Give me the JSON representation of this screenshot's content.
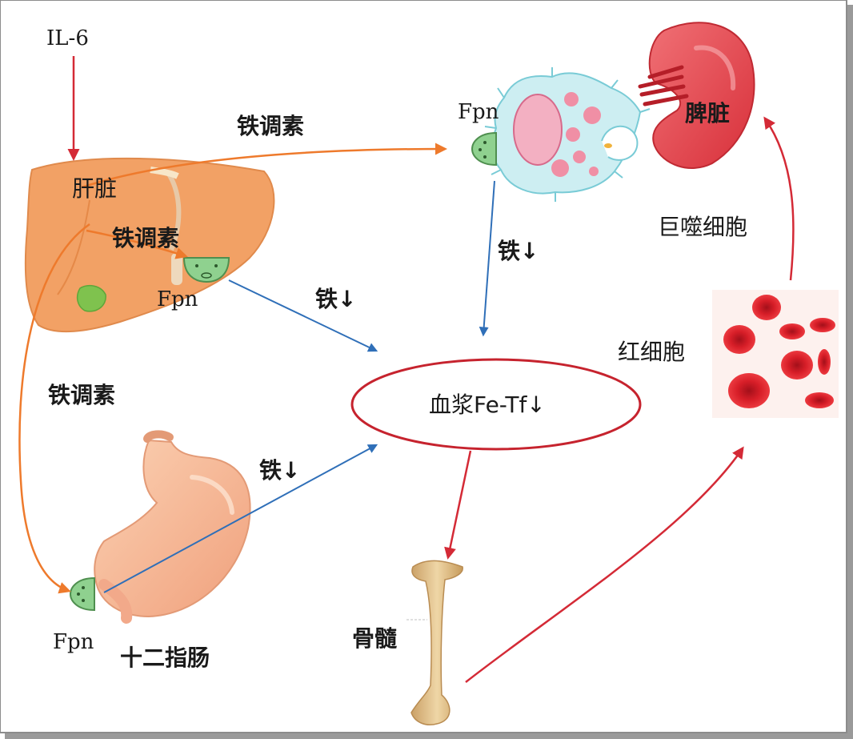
{
  "labels": {
    "il6": "IL-6",
    "liver": "肝脏",
    "hepcidin_top": "铁调素",
    "hepcidin_mid": "铁调素",
    "hepcidin_left": "铁调素",
    "fpn_liver": "Fpn",
    "fpn_macrophage": "Fpn",
    "fpn_duodenum": "Fpn",
    "iron_liver": "铁↓",
    "iron_macrophage": "铁↓",
    "iron_duodenum": "铁↓",
    "spleen": "脾脏",
    "macrophage": "巨噬细胞",
    "rbc": "红细胞",
    "plasma": "血浆Fe-Tf↓",
    "bone_marrow": "骨髓",
    "duodenum": "十二指肠"
  },
  "colors": {
    "red_arrow": "#d42a36",
    "orange_arrow": "#ee7a2c",
    "blue_arrow": "#2f6fb8",
    "ellipse": "#c6232e",
    "liver": "#f2a165",
    "stomach": "#f6b795",
    "spleen": "#e8434a",
    "rbc": "#e0202a",
    "fpn": "#8fd18f",
    "bone": "#e3c08a",
    "macrophage_body": "#cdeef2"
  }
}
